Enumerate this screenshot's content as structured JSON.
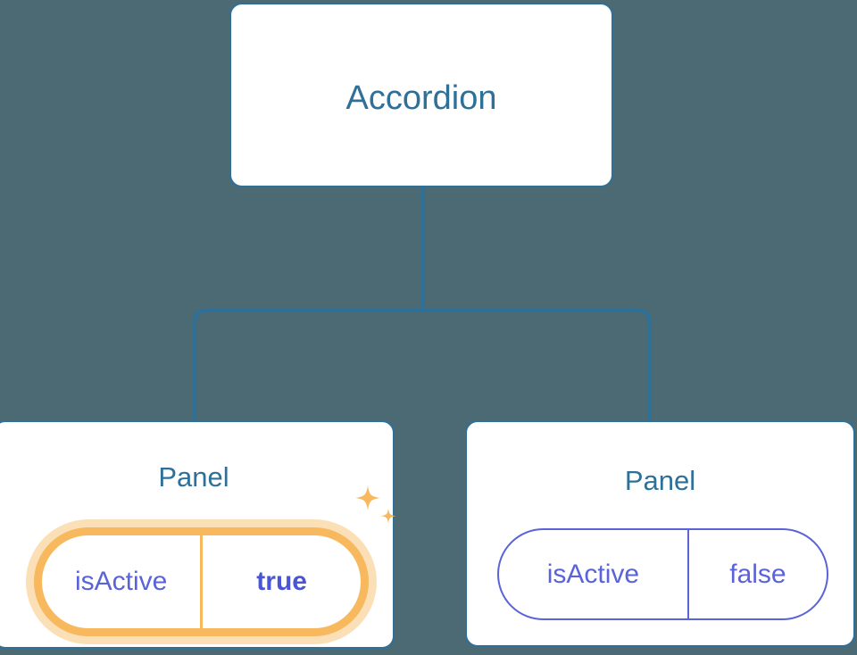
{
  "diagram": {
    "type": "component-tree",
    "background_color": "#4c6a73",
    "node_border_color": "#2f7099",
    "node_text_color": "#2f7099",
    "connector_color": "#2f7099",
    "prop_color": "#5a63d8",
    "highlight_color": "#f7b85e",
    "highlight_glow_color": "#fbe0b7",
    "root": {
      "title": "Accordion"
    },
    "children": [
      {
        "title": "Panel",
        "highlighted": true,
        "prop": {
          "key": "isActive",
          "value": "true"
        },
        "decoration": "sparkles-icon"
      },
      {
        "title": "Panel",
        "highlighted": false,
        "prop": {
          "key": "isActive",
          "value": "false"
        }
      }
    ]
  }
}
